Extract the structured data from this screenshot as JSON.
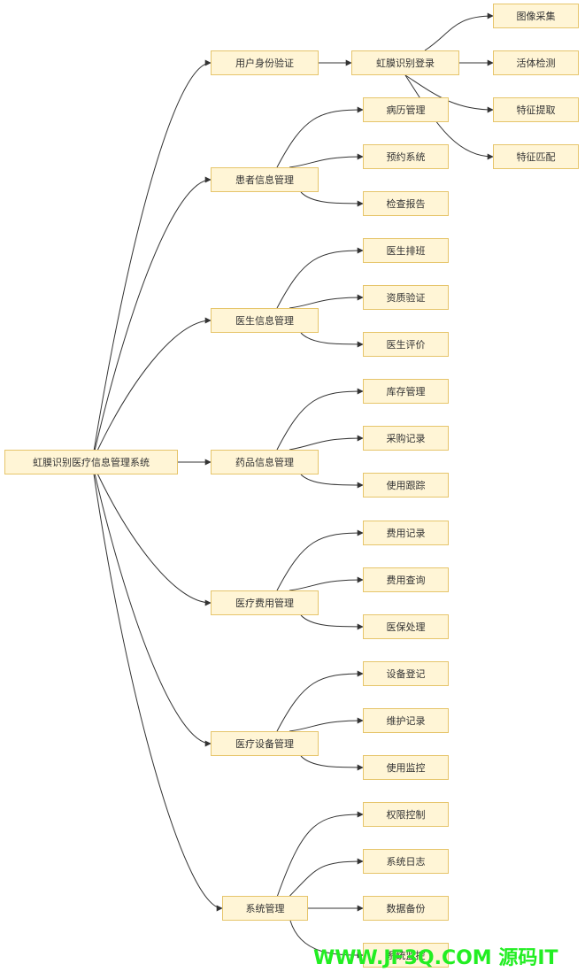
{
  "root": "虹膜识别医疗信息管理系统",
  "modules": [
    {
      "id": "auth",
      "label": "用户身份验证",
      "children": []
    },
    {
      "id": "iris",
      "label": "虹膜识别登录",
      "children": [
        "图像采集",
        "活体检测",
        "特征提取",
        "特征匹配"
      ]
    },
    {
      "id": "patient",
      "label": "患者信息管理",
      "children": [
        "病历管理",
        "预约系统",
        "检查报告"
      ]
    },
    {
      "id": "doctor",
      "label": "医生信息管理",
      "children": [
        "医生排班",
        "资质验证",
        "医生评价"
      ]
    },
    {
      "id": "drug",
      "label": "药品信息管理",
      "children": [
        "库存管理",
        "采购记录",
        "使用跟踪"
      ]
    },
    {
      "id": "fee",
      "label": "医疗费用管理",
      "children": [
        "费用记录",
        "费用查询",
        "医保处理"
      ]
    },
    {
      "id": "device",
      "label": "医疗设备管理",
      "children": [
        "设备登记",
        "维护记录",
        "使用监控"
      ]
    },
    {
      "id": "sys",
      "label": "系统管理",
      "children": [
        "权限控制",
        "系统日志",
        "数据备份",
        "系统监控"
      ]
    }
  ],
  "watermark": "WWW.JF3Q.COM 源码IT",
  "colors": {
    "node_fill": "#fff5d6",
    "node_border": "#e6c56b",
    "edge": "#333333",
    "watermark": "#22ee22"
  }
}
